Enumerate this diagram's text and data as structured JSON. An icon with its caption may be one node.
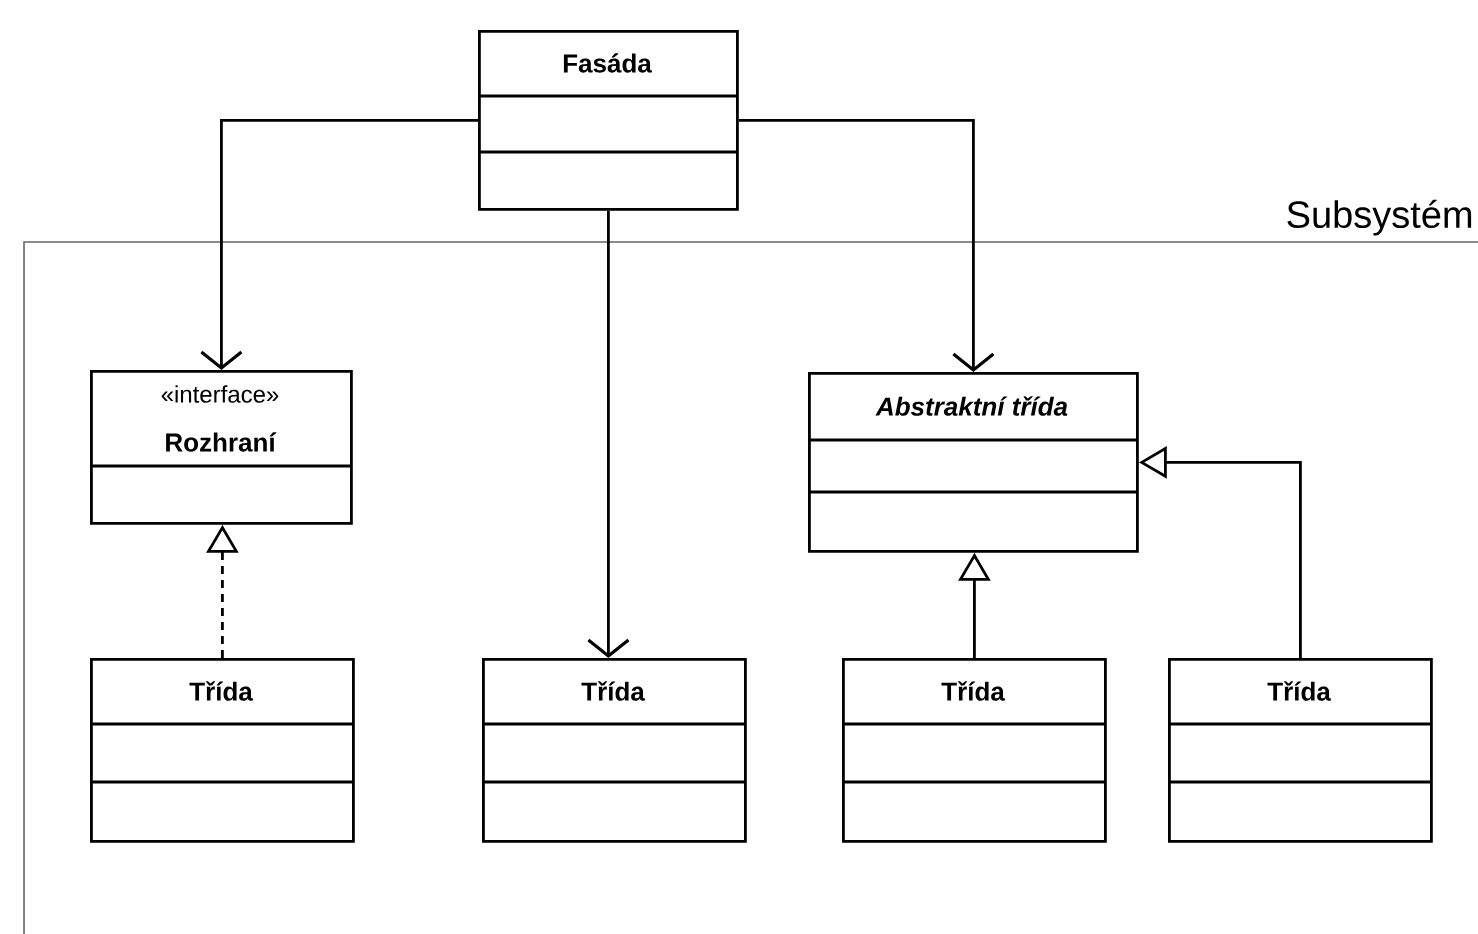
{
  "diagram": {
    "nodes": [
      {
        "text": [
          "Fasáda"
        ]
      },
      {
        "text": [
          "Subsystém"
        ]
      },
      {
        "text": [
          "«interface»",
          "Rozhraní"
        ],
        "in": 1
      },
      {
        "text": [
          "Abstraktní třída"
        ],
        "in": 1
      },
      {
        "text": [
          "Třída"
        ],
        "in": 1
      },
      {
        "text": [
          "Třída"
        ],
        "in": 1
      },
      {
        "text": [
          "Třída"
        ],
        "in": 1
      },
      {
        "text": [
          "Třída"
        ],
        "in": 1
      }
    ],
    "edges": [
      {
        "from": 0,
        "to": 2,
        "arrow": "to"
      },
      {
        "from": 0,
        "to": 5,
        "arrow": "to"
      },
      {
        "from": 0,
        "to": 3,
        "arrow": "to"
      },
      {
        "from": 4,
        "to": 2,
        "arrow": "to",
        "style": "dashed"
      },
      {
        "from": 6,
        "to": 3,
        "arrow": "to"
      },
      {
        "from": 7,
        "to": 3,
        "arrow": "to"
      }
    ]
  }
}
